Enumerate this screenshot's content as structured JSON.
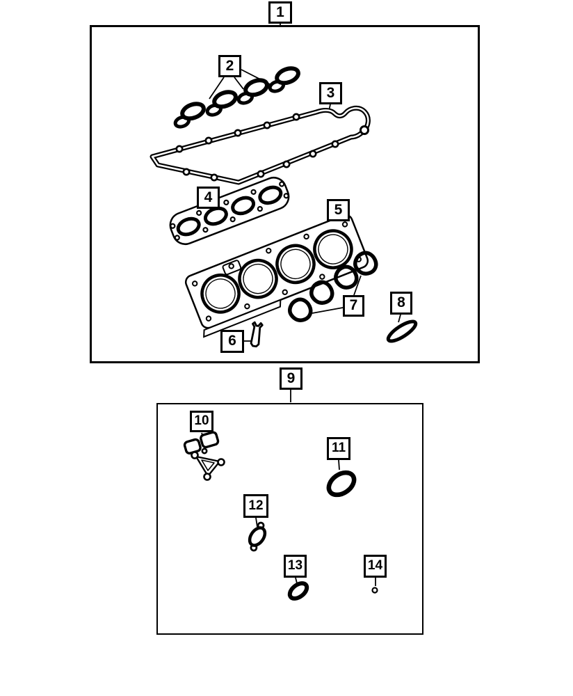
{
  "page": {
    "background_color": "#ffffff",
    "line_color": "#000000"
  },
  "callouts": [
    {
      "label": "1"
    },
    {
      "label": "2"
    },
    {
      "label": "3"
    },
    {
      "label": "4"
    },
    {
      "label": "5"
    },
    {
      "label": "6"
    },
    {
      "label": "7"
    },
    {
      "label": "8"
    },
    {
      "label": "9"
    },
    {
      "label": "10"
    },
    {
      "label": "11"
    },
    {
      "label": "12"
    },
    {
      "label": "13"
    },
    {
      "label": "14"
    }
  ]
}
